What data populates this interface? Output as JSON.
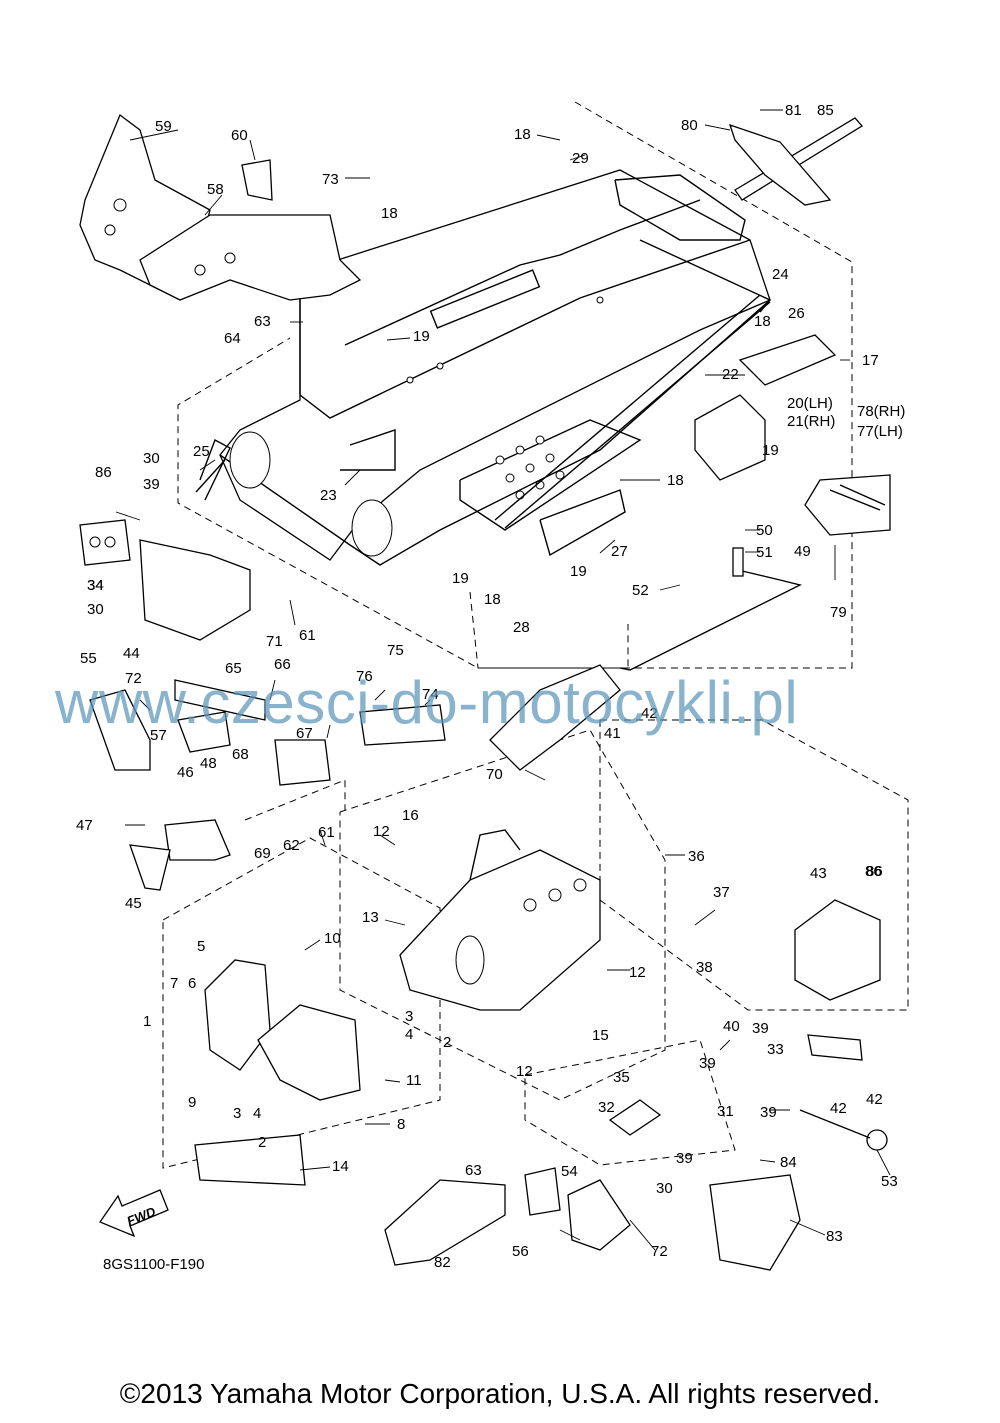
{
  "diagram": {
    "part_labels": [
      "1",
      "2",
      "3",
      "4",
      "5",
      "6",
      "7",
      "8",
      "9",
      "10",
      "11",
      "12",
      "13",
      "14",
      "15",
      "16",
      "17",
      "18",
      "19",
      "20(LH)",
      "21(RH)",
      "22",
      "23",
      "24",
      "25",
      "26",
      "27",
      "28",
      "29",
      "30",
      "31",
      "32",
      "33",
      "34",
      "35",
      "36",
      "37",
      "38",
      "39",
      "40",
      "41",
      "42",
      "43",
      "44",
      "45",
      "46",
      "47",
      "48",
      "49",
      "50",
      "51",
      "52",
      "53",
      "54",
      "55",
      "56",
      "57",
      "58",
      "59",
      "60",
      "61",
      "62",
      "63",
      "64",
      "65",
      "66",
      "67",
      "68",
      "69",
      "70",
      "71",
      "72",
      "73",
      "74",
      "75",
      "76",
      "77(LH)",
      "78(RH)",
      "79",
      "80",
      "81",
      "82",
      "83",
      "84",
      "85",
      "86"
    ],
    "diagram_code": "8GS1100-F190",
    "fwd_label": "FWD"
  },
  "watermark": "www.czesci-do-motocykli.pl",
  "copyright": "©2013 Yamaha Motor Corporation, U.S.A. All rights reserved."
}
